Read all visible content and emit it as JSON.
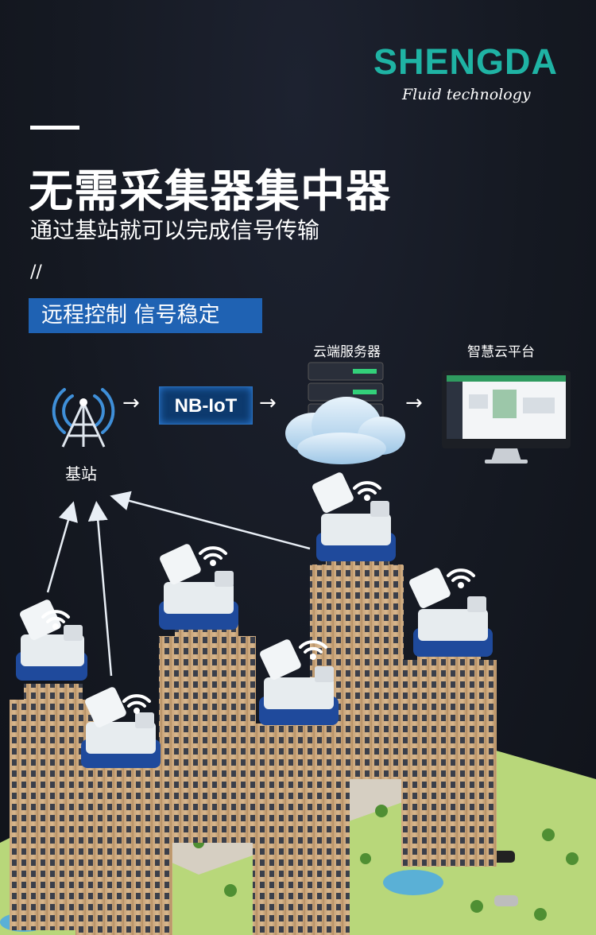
{
  "brand": {
    "name": "SHENGDA",
    "tagline": "Fluid technology",
    "color": "#1fb3a4"
  },
  "headline": "无需采集器集中器",
  "subline": "通过基站就可以完成信号传输",
  "slashes": "//",
  "tag": {
    "text": "远程控制  信号稳定",
    "color": "#1f62b3"
  },
  "diagram": {
    "base_station_label": "基站",
    "nbiot_label": "NB-IoT",
    "server_label": "云端服务器",
    "platform_label": "智慧云平台",
    "arrow_glyph": "→"
  },
  "icons": [
    "antenna-tower-icon",
    "server-cloud-icon",
    "monitor-icon",
    "wifi-icon",
    "water-meter-icon"
  ]
}
